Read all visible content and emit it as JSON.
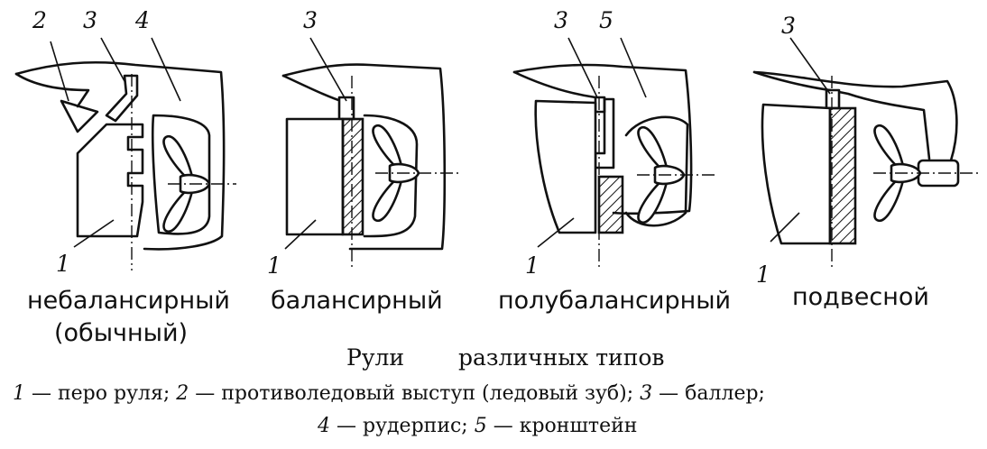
{
  "figures": [
    {
      "id": "unbalanced",
      "type_name": "небалансирный",
      "type_name_line2": "(обычный)",
      "part_numbers": [
        "1",
        "2",
        "3",
        "4"
      ]
    },
    {
      "id": "balanced",
      "type_name": "балансирный",
      "part_numbers": [
        "1",
        "3"
      ]
    },
    {
      "id": "semibalanced",
      "type_name": "полубалансирный",
      "part_numbers": [
        "1",
        "3",
        "5"
      ]
    },
    {
      "id": "suspended",
      "type_name": "подвесной",
      "part_numbers": [
        "1",
        "3"
      ]
    }
  ],
  "caption": {
    "title_part1": "Рули",
    "title_part2": "различных типов",
    "legend_line1": [
      {
        "num": "1",
        "text": " — перо руля; "
      },
      {
        "num": "2",
        "text": " — противоледовый выступ (ледовый зуб); "
      },
      {
        "num": "3",
        "text": " — баллер;"
      }
    ],
    "legend_line2": [
      {
        "num": "4",
        "text": " — рудерпис; "
      },
      {
        "num": "5",
        "text": " — кронштейн"
      }
    ]
  }
}
